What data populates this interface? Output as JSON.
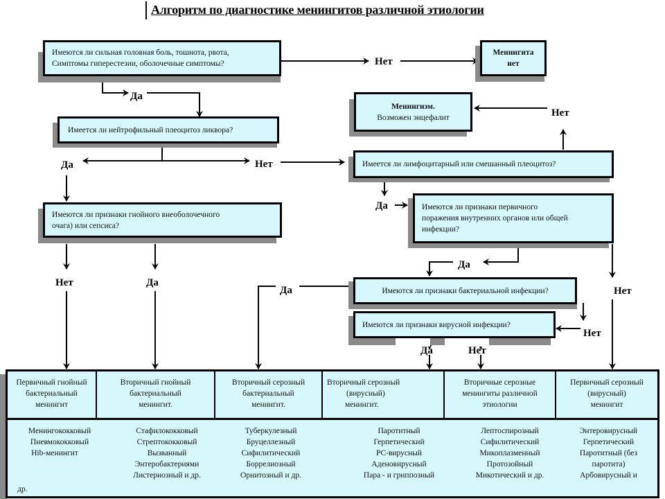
{
  "title": "Алгоритм по диагностике менингитов различной этиологии",
  "colors": {
    "box_fill": "#d6f7fb",
    "border": "#000000",
    "shadow": "#8a8a8a",
    "background": "#ffffff"
  },
  "nodes": {
    "q_symptoms": {
      "lines": [
        "Имеются ли сильная головная боль, тошнота, рвота,",
        "Симптомы гиперестезии, оболочечные симптомы?"
      ]
    },
    "r_no_meningitis": {
      "lines": [
        "Менингита",
        "нет"
      ]
    },
    "r_meningism": {
      "lines": [
        "Менингизм.",
        "Возможен энцефалит"
      ]
    },
    "q_neutrophilic": {
      "lines": [
        "Имеется ли нейтрофильный плеоцитоз ликвора?"
      ]
    },
    "q_lymphocytic": {
      "lines": [
        "Имеется ли лимфоцитарный или смешанный плеоцитоз?"
      ]
    },
    "q_purulent_focus": {
      "lines": [
        "Имеются ли признаки гнойного внеоболочечного",
        "очага) или сепсиса?"
      ]
    },
    "q_primary_lesion": {
      "lines": [
        "Имеются ли признаки первичного",
        "поражения внутренних органов или общей",
        "инфекции?"
      ]
    },
    "q_bacterial": {
      "lines": [
        "Имеются ли признаки бактериальной инфекции?"
      ]
    },
    "q_viral": {
      "lines": [
        "Имеются ли признаки вирусной инфекции?"
      ]
    }
  },
  "edge_labels": {
    "symptoms_no": "Нет",
    "symptoms_yes": "Да",
    "neutrophilic_yes": "Да",
    "neutrophilic_no": "Нет",
    "lymphocytic_no": "Нет",
    "lymphocytic_yes": "Да",
    "purulent_no": "Нет",
    "purulent_yes": "Да",
    "primary_yes": "Да",
    "primary_no": "Нет",
    "bacterial_yes": "Да",
    "bacterial_no": "Нет",
    "viral_yes": "Да",
    "viral_no": "Нет"
  },
  "results_table": {
    "columns": [
      {
        "header": [
          "Первичный гнойный",
          "бактериальный",
          "менингит"
        ],
        "items": [
          "Менингококковый",
          "Пневмококковый",
          "Hib-менингит"
        ],
        "extra": "др."
      },
      {
        "header": [
          "Вторичный гнойный",
          "бактериальный",
          "менингит."
        ],
        "items": [
          "Стафилококковый",
          "Стрептококковый",
          "Вызванный",
          "Энтеробактериями",
          "Листериозный и др."
        ]
      },
      {
        "header": [
          "Вторичный серозный",
          "бактериальный",
          "менингит."
        ],
        "items": [
          "Туберкулезный",
          "Бруцеллезный",
          "Сифилитический",
          "Боррелиозный",
          "Орнитозный и др."
        ]
      },
      {
        "header": [
          "Вторичный серозный",
          "(вирусный)",
          "менингит."
        ],
        "items": [
          "Паротитный",
          "Герпетический",
          "РС-вирусный",
          "Аденовирусный",
          "Пара - и гриппозный"
        ]
      },
      {
        "header": [
          "Вторичные серозные",
          "менингиты различной",
          "этиологии"
        ],
        "items": [
          "Лептоспирозный",
          "Сифилитический",
          "Микоплазменный",
          "Протозойный",
          "Микотический и др."
        ]
      },
      {
        "header": [
          "Первичный серозный",
          "(вирусный)",
          "менингит"
        ],
        "items": [
          "Энтеровирусный",
          "Герпетический",
          "Паротитный (без",
          "паротита)",
          "Арбовирусный и"
        ]
      }
    ]
  }
}
